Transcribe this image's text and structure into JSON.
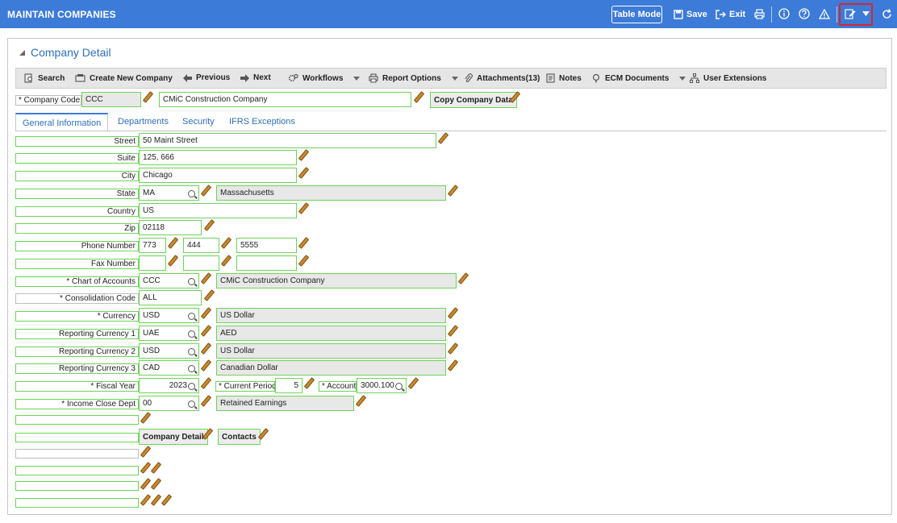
{
  "window": {
    "title": "MAINTAIN COMPANIES"
  },
  "topbar": {
    "table_mode": "Table Mode",
    "save": "Save",
    "exit": "Exit"
  },
  "panel": {
    "title": "Company Detail"
  },
  "toolbar": {
    "search": "Search",
    "create": "Create New Company",
    "previous": "Previous",
    "next": "Next",
    "workflows": "Workflows",
    "report_options": "Report Options",
    "attachments": "Attachments(13)",
    "notes": "Notes",
    "ecm": "ECM Documents",
    "user_ext": "User Extensions"
  },
  "header": {
    "company_code_label": "* Company Code",
    "company_code": "CCC",
    "company_name": "CMiC Construction Company",
    "copy_button": "Copy Company Data"
  },
  "tabs": [
    "General Information",
    "Departments",
    "Security",
    "IFRS Exceptions"
  ],
  "form": {
    "street_label": "Street",
    "street": "50 Maint Street",
    "suite_label": "Suite",
    "suite": "125, 666",
    "city_label": "City",
    "city": "Chicago",
    "state_label": "State",
    "state": "MA",
    "state_name": "Massachusetts",
    "country_label": "Country",
    "country": "US",
    "zip_label": "Zip",
    "zip": "02118",
    "phone_label": "Phone Number",
    "phone1": "773",
    "phone2": "444",
    "phone3": "5555",
    "fax_label": "Fax Number",
    "coa_label": "* Chart of Accounts",
    "coa": "CCC",
    "coa_name": "CMiC Construction Company",
    "consol_label": "* Consolidation Code",
    "consol": "ALL",
    "currency_label": "* Currency",
    "currency": "USD",
    "currency_name": "US Dollar",
    "rc1_label": "Reporting Currency 1",
    "rc1": "UAE",
    "rc1_name": "AED",
    "rc2_label": "Reporting Currency 2",
    "rc2": "USD",
    "rc2_name": "US Dollar",
    "rc3_label": "Reporting Currency 3",
    "rc3": "CAD",
    "rc3_name": "Canadian Dollar",
    "fy_label": "* Fiscal Year",
    "fy": "2023",
    "cp_label": "* Current Period",
    "cp": "5",
    "acct_label": "* Account",
    "acct": "3000.100",
    "icd_label": "* Income Close Dept",
    "icd": "00",
    "icd_name": "Retained Earnings"
  },
  "buttons": {
    "company_detail": "Company Detail",
    "contacts": "Contacts"
  },
  "colors": {
    "titlebar": "#3d7bd8",
    "field_border": "#6ed25a",
    "highlight": "#d9252c"
  }
}
